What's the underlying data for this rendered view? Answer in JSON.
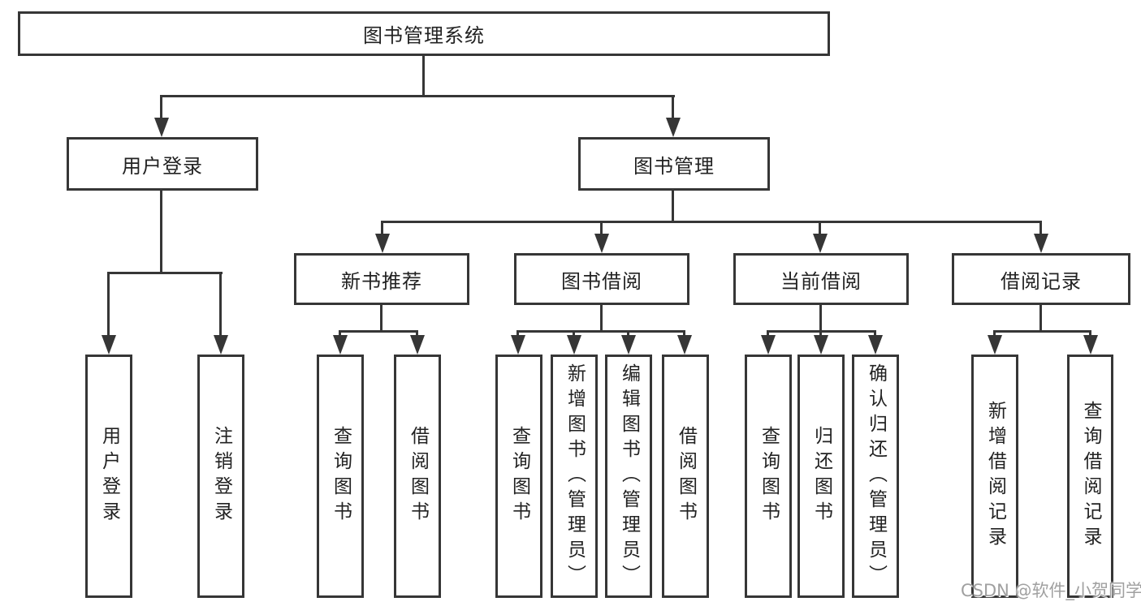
{
  "diagram": {
    "root": "图书管理系统",
    "level2": {
      "user_login": "用户登录",
      "book_mgmt": "图书管理"
    },
    "level3": {
      "new_books": "新书推荐",
      "borrow": "图书借阅",
      "current": "当前借阅",
      "records": "借阅记录"
    },
    "leaves": {
      "user_login": [
        "用户登录",
        "注销登录"
      ],
      "new_books": [
        "查询图书",
        "借阅图书"
      ],
      "borrow": [
        "查询图书",
        "新增图书（管理员）",
        "编辑图书（管理员）",
        "借阅图书"
      ],
      "current": [
        "查询图书",
        "归还图书",
        "确认归还（管理员）"
      ],
      "records": [
        "新增借阅记录",
        "查询借阅记录"
      ]
    }
  },
  "watermark": {
    "text": "CSDN @软件_小贺同学"
  },
  "colors": {
    "line": "#363636",
    "text": "#222222",
    "background": "#ffffff",
    "watermark": "#a0a0a0"
  }
}
